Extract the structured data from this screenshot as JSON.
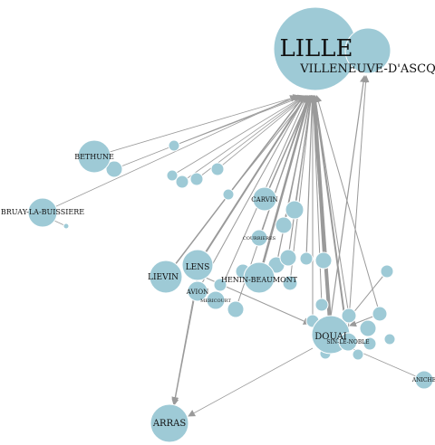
{
  "nodes": [
    {
      "id": "lille",
      "label": "LILLE"
    },
    {
      "id": "villeneuve",
      "label": "VILLENEUVE-D'ASCQ"
    },
    {
      "id": "bethune",
      "label": "BETHUNE"
    },
    {
      "id": "bruay",
      "label": "BRUAY-LA-BUISSIERE"
    },
    {
      "id": "carvin",
      "label": "CARVIN"
    },
    {
      "id": "courrieres",
      "label": "COURRIERES"
    },
    {
      "id": "lens",
      "label": "LENS"
    },
    {
      "id": "lievin",
      "label": "LIEVIN"
    },
    {
      "id": "henin",
      "label": "HENIN-BEAUMONT"
    },
    {
      "id": "avion",
      "label": "AVION"
    },
    {
      "id": "mericourt",
      "label": "MERICOURT"
    },
    {
      "id": "douai",
      "label": "DOUAI"
    },
    {
      "id": "sinlenoble",
      "label": "SIN-LE-NOBLE"
    },
    {
      "id": "aniche",
      "label": "ANICHE"
    },
    {
      "id": "arras",
      "label": "ARRAS"
    }
  ],
  "colors": {
    "node": "#9ecad6",
    "edge": "#9a9a9a",
    "text": "#111111"
  }
}
